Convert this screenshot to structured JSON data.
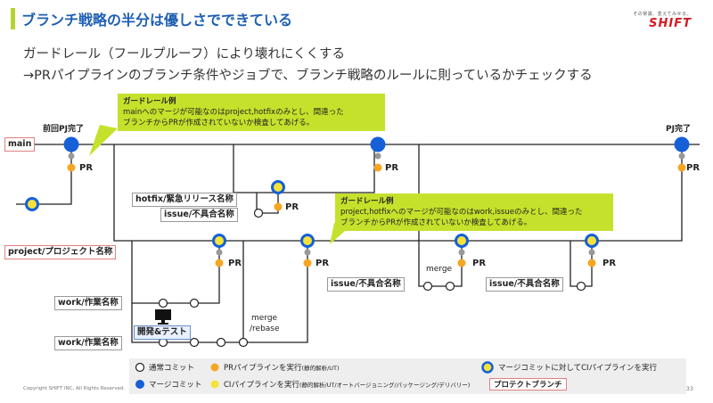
{
  "slide": {
    "title": "ブランチ戦略の半分は優しさでできている",
    "subtitle_line1": "ガードレール（フールプルーフ）により壊れにくくする",
    "subtitle_line2": "→PRパイプラインのブランチ条件やジョブで、ブランチ戦略のルールに則っているかチェックする",
    "copyright": "Copyright SHIFT INC, All Rights Reserved.",
    "page_number": "33"
  },
  "logo": {
    "tagline": "その常識、変えてみせる。",
    "name": "SHIFT"
  },
  "branches": {
    "main": "main",
    "hotfix": "hotfix/緊急リリース名称",
    "issue_hotfix": "issue/不具合名称",
    "project": "project/プロジェクト名称",
    "issue_a": "issue/不具合名称",
    "issue_b": "issue/不具合名称",
    "work_1": "work/作業名称",
    "work_2": "work/作業名称"
  },
  "annotations": {
    "prev_pj_done": "前回PJ完了",
    "pj_done": "PJ完了",
    "pr": "PR",
    "merge": "merge",
    "merge_rebase_1": "merge",
    "merge_rebase_2": "/rebase",
    "dev_test": "開発&テスト"
  },
  "callouts": {
    "callout1": {
      "title": "ガードレール例",
      "line1": "mainへのマージが可能なのはproject,hotfixのみとし、間違った",
      "line2": "ブランチからPRが作成されていないか検査してあげる。"
    },
    "callout2": {
      "title": "ガードレール例",
      "line1": "project,hotfixへのマージが可能なのはwork,issueのみとし、間違った",
      "line2": "ブランチからPRが作成されていないか検査してあげる。"
    }
  },
  "legend": {
    "normal_commit": "通常コミット",
    "merge_commit": "マージコミット",
    "pr_pipeline": "PRパイプラインを実行",
    "pr_pipeline_note": "(静的解析/UT)",
    "ci_pipeline": "CIパイプラインを実行",
    "ci_pipeline_note": "(静的解析/UT/オートバージョニング/パッケージング/デリバリー)",
    "merge_ci": "マージコミットに対してCIパイプラインを実行",
    "protected_branch": "プロテクトブランチ"
  },
  "colors": {
    "accent_blue": "#1f5fb4",
    "merge_commit_blue": "#1560d8",
    "pr_orange": "#f5a623",
    "ci_yellow": "#f6e23a",
    "callout_green": "#c6e12b",
    "protected_border": "#e08080",
    "brand_red": "#d71920"
  }
}
